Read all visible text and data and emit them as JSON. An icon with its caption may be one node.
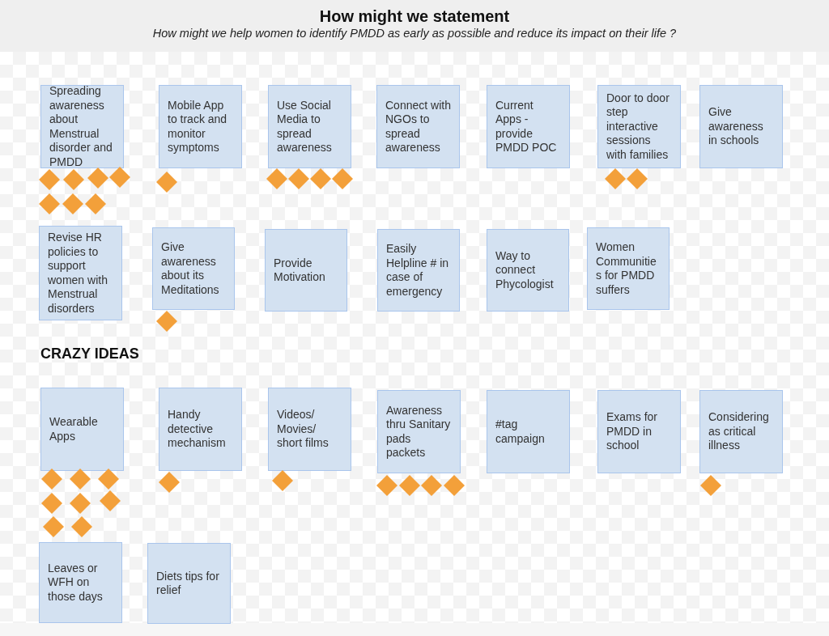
{
  "diagram": {
    "title": "How might we statement",
    "caption": "How might we help women to identify PMDD as early as possible and reduce its impact on their life ?",
    "nodes": [
      {
        "text": [
          "Spreading awareness about Menstrual disorder and PMDD"
        ]
      },
      {
        "text": [],
        "shape": "diamond"
      },
      {
        "text": [],
        "shape": "diamond"
      },
      {
        "text": [],
        "shape": "diamond"
      },
      {
        "text": [],
        "shape": "diamond"
      },
      {
        "text": [],
        "shape": "diamond"
      },
      {
        "text": [],
        "shape": "diamond"
      },
      {
        "text": [],
        "shape": "diamond"
      },
      {
        "text": [
          "Mobile App to track and monitor symptoms"
        ]
      },
      {
        "text": [],
        "shape": "diamond"
      },
      {
        "text": [
          "Use Social Media to spread awareness"
        ]
      },
      {
        "text": [],
        "shape": "diamond"
      },
      {
        "text": [],
        "shape": "diamond"
      },
      {
        "text": [],
        "shape": "diamond"
      },
      {
        "text": [],
        "shape": "diamond"
      },
      {
        "text": [
          "Connect with NGOs to spread awareness"
        ]
      },
      {
        "text": [
          "Current Apps - provide PMDD POC"
        ]
      },
      {
        "text": [
          "Door to door step interactive sessions with families"
        ]
      },
      {
        "text": [],
        "shape": "diamond"
      },
      {
        "text": [],
        "shape": "diamond"
      },
      {
        "text": [
          "Give awareness in schools"
        ]
      },
      {
        "text": [
          "Revise HR policies to support women with Menstrual disorders"
        ]
      },
      {
        "text": [
          "Give awareness about its Meditations"
        ]
      },
      {
        "text": [],
        "shape": "diamond"
      },
      {
        "text": [
          "Provide Motivation"
        ]
      },
      {
        "text": [
          "Easily Helpline # in case of emergency"
        ]
      },
      {
        "text": [
          "Way to connect Phycologist"
        ]
      },
      {
        "text": [
          "Women Communities for PMDD suffers"
        ]
      },
      {
        "text": [
          "Wearable Apps"
        ]
      },
      {
        "text": [],
        "shape": "diamond"
      },
      {
        "text": [],
        "shape": "diamond"
      },
      {
        "text": [],
        "shape": "diamond"
      },
      {
        "text": [],
        "shape": "diamond"
      },
      {
        "text": [],
        "shape": "diamond"
      },
      {
        "text": [],
        "shape": "diamond"
      },
      {
        "text": [],
        "shape": "diamond"
      },
      {
        "text": [],
        "shape": "diamond"
      },
      {
        "text": [
          "Handy detective mechanism"
        ]
      },
      {
        "text": [],
        "shape": "diamond"
      },
      {
        "text": [
          "Videos/ Movies/ short films"
        ]
      },
      {
        "text": [],
        "shape": "diamond"
      },
      {
        "text": [
          "Awareness thru Sanitary pads packets"
        ]
      },
      {
        "text": [],
        "shape": "diamond"
      },
      {
        "text": [],
        "shape": "diamond"
      },
      {
        "text": [],
        "shape": "diamond"
      },
      {
        "text": [],
        "shape": "diamond"
      },
      {
        "text": [
          "#tag campaign"
        ]
      },
      {
        "text": [
          "Exams for PMDD in school"
        ]
      },
      {
        "text": [
          "Considering as critical illness"
        ]
      },
      {
        "text": [],
        "shape": "diamond"
      },
      {
        "text": [
          "Leaves or WFH on those days"
        ]
      },
      {
        "text": [
          "Diets tips for relief"
        ]
      }
    ],
    "labels": [
      "CRAZY IDEAS"
    ]
  }
}
